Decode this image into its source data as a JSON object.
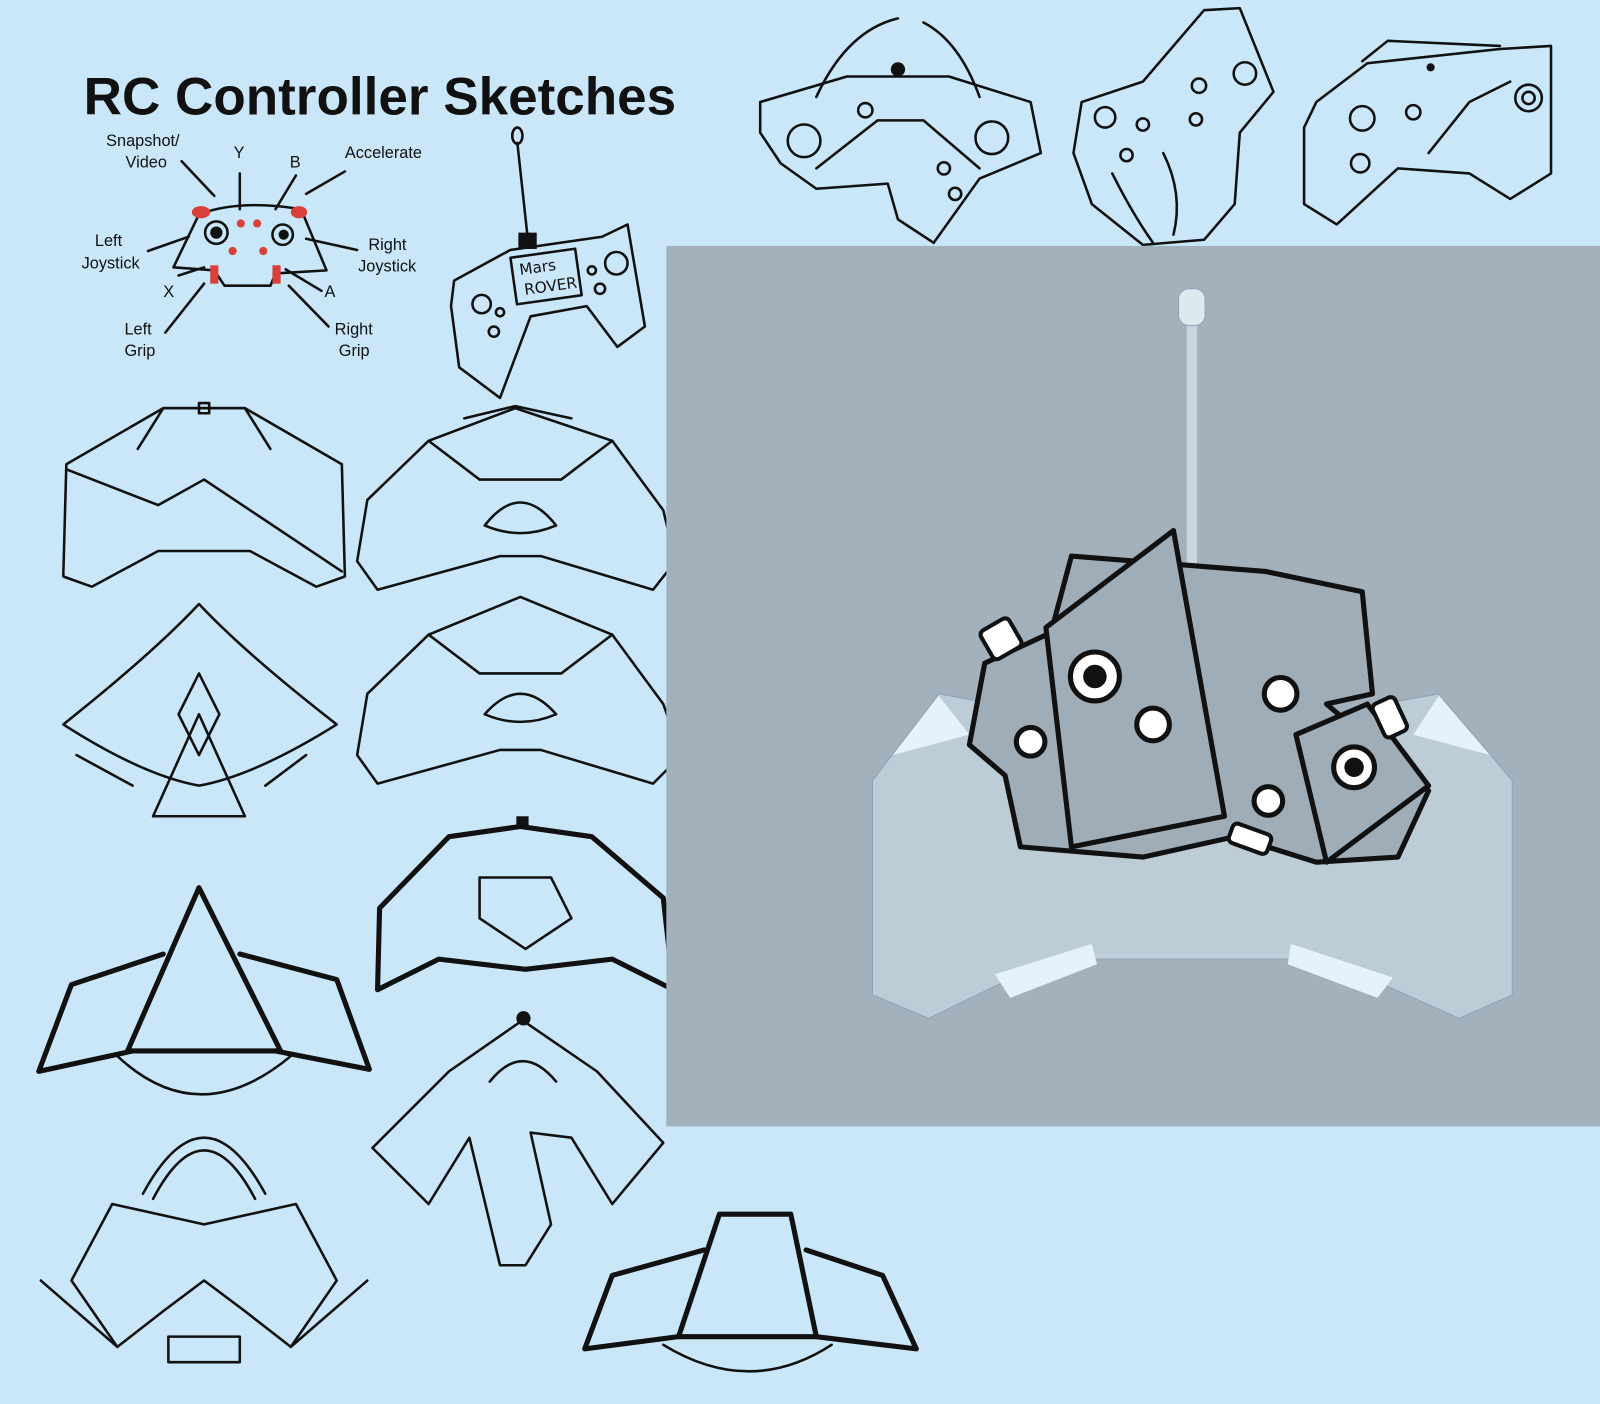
{
  "title": "RC Controller Sketches",
  "labels": {
    "snapshot_1": "Snapshot/",
    "snapshot_2": "Video",
    "y": "Y",
    "b": "B",
    "accelerate": "Accelerate",
    "left_joystick_1": "Left",
    "left_joystick_2": "Joystick",
    "right_joystick_1": "Right",
    "right_joystick_2": "Joystick",
    "x": "X",
    "a": "A",
    "left_grip_1": "Left",
    "left_grip_2": "Grip",
    "right_grip_1": "Right",
    "right_grip_2": "Grip"
  },
  "rover_tag_1": "Mars",
  "rover_tag_2": "ROVER",
  "colors": {
    "background": "#c9e7f9",
    "panel": "#a3b1bc",
    "highlight": "#d9403a",
    "ink": "#111111"
  }
}
